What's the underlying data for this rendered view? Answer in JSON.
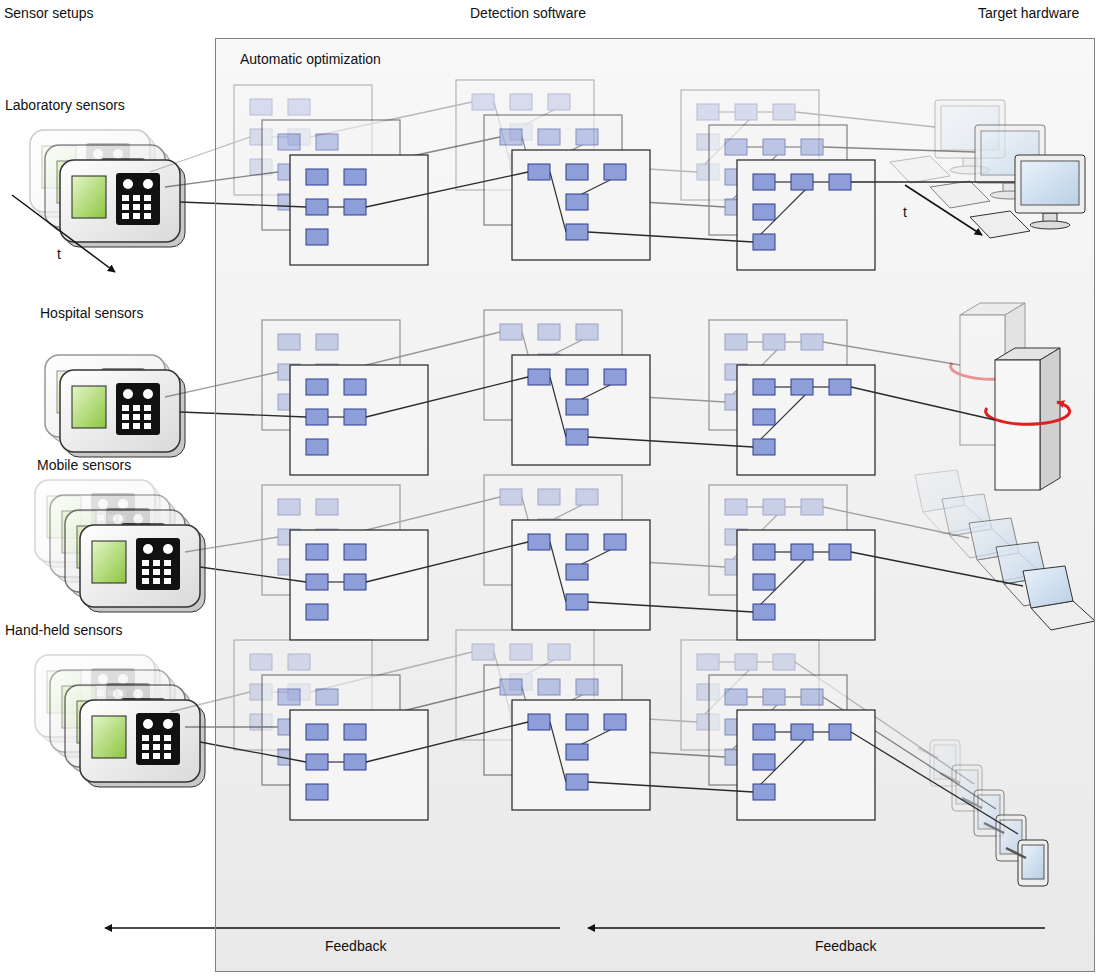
{
  "diagram": {
    "nodes": [
      {
        "text": [
          "Automatic optimization"
        ]
      },
      {
        "text": [
          "Laboratory sensors"
        ]
      },
      {
        "text": [
          "Hospital sensors"
        ]
      },
      {
        "text": [
          "Mobile sensors"
        ]
      },
      {
        "text": [
          "Hand-held sensors"
        ]
      }
    ],
    "labels": [
      "Sensor setups",
      "Detection software",
      "Target hardware",
      "t",
      "t",
      "Feedback",
      "Feedback"
    ]
  }
}
